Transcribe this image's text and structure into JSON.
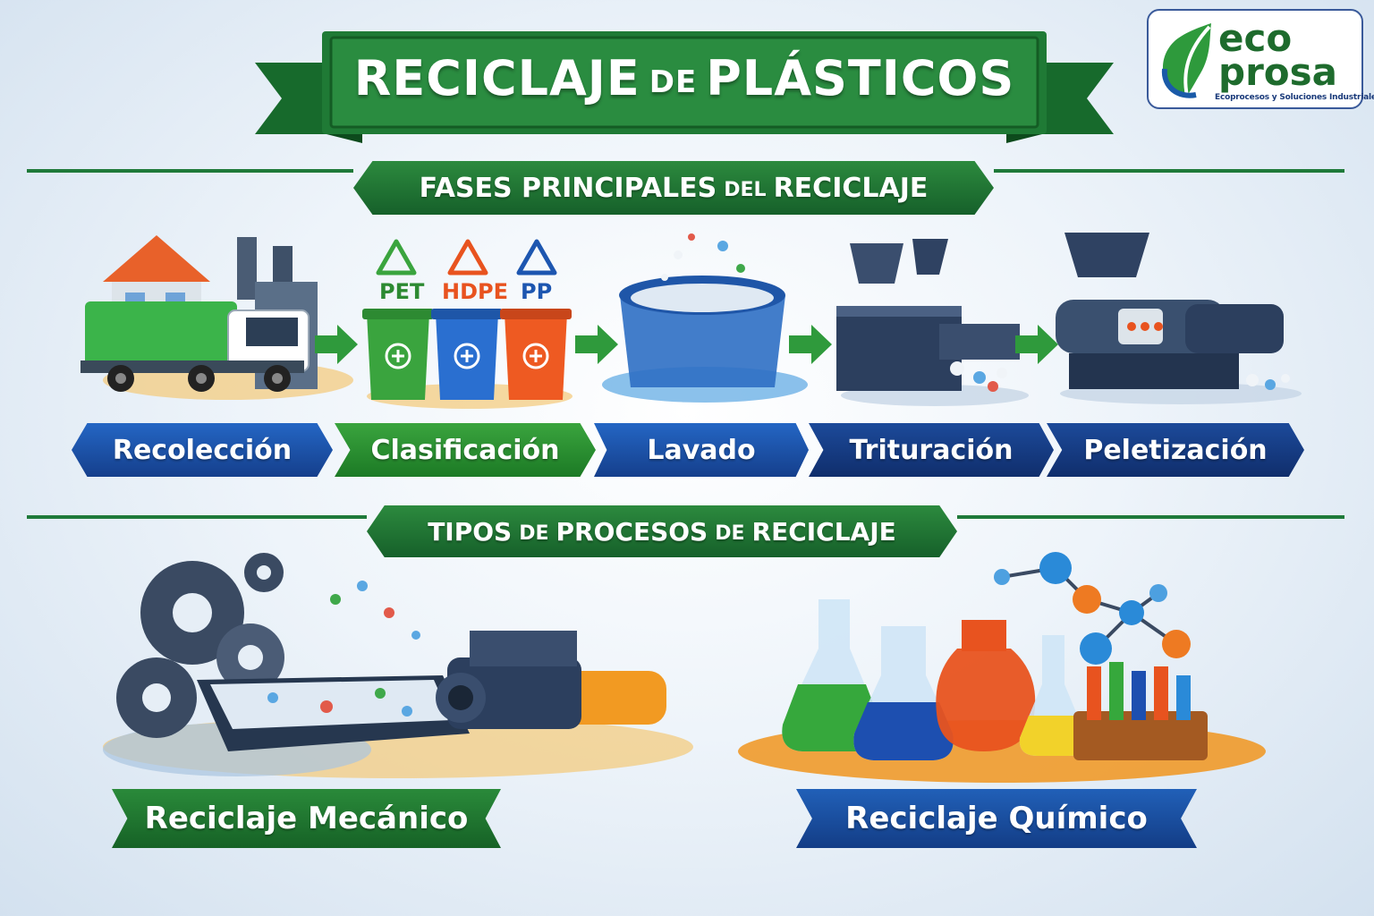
{
  "title": {
    "main1": "RECICLAJE",
    "connector": "DE",
    "main2": "PLÁSTICOS"
  },
  "logo": {
    "word1": "eco",
    "word2": "prosa",
    "tagline": "Ecoprocesos y Soluciones Industriales S.A."
  },
  "phases": {
    "heading1": "FASES PRINCIPALES",
    "connector": "DEL",
    "heading2": "RECICLAJE",
    "steps": [
      "Recolección",
      "Clasificación",
      "Lavado",
      "Trituración",
      "Peletización"
    ],
    "bins": [
      "PET",
      "HDPE",
      "PP"
    ]
  },
  "types": {
    "heading1": "TIPOS",
    "connector1": "DE",
    "heading2": "PROCESOS",
    "connector2": "DE",
    "heading3": "RECICLAJE",
    "mechanical": "Reciclaje Mecánico",
    "chemical": "Reciclaje Químico"
  },
  "colors": {
    "green": "#1f7a3a",
    "blue": "#1c4a9a",
    "orange": "#e8531f"
  }
}
